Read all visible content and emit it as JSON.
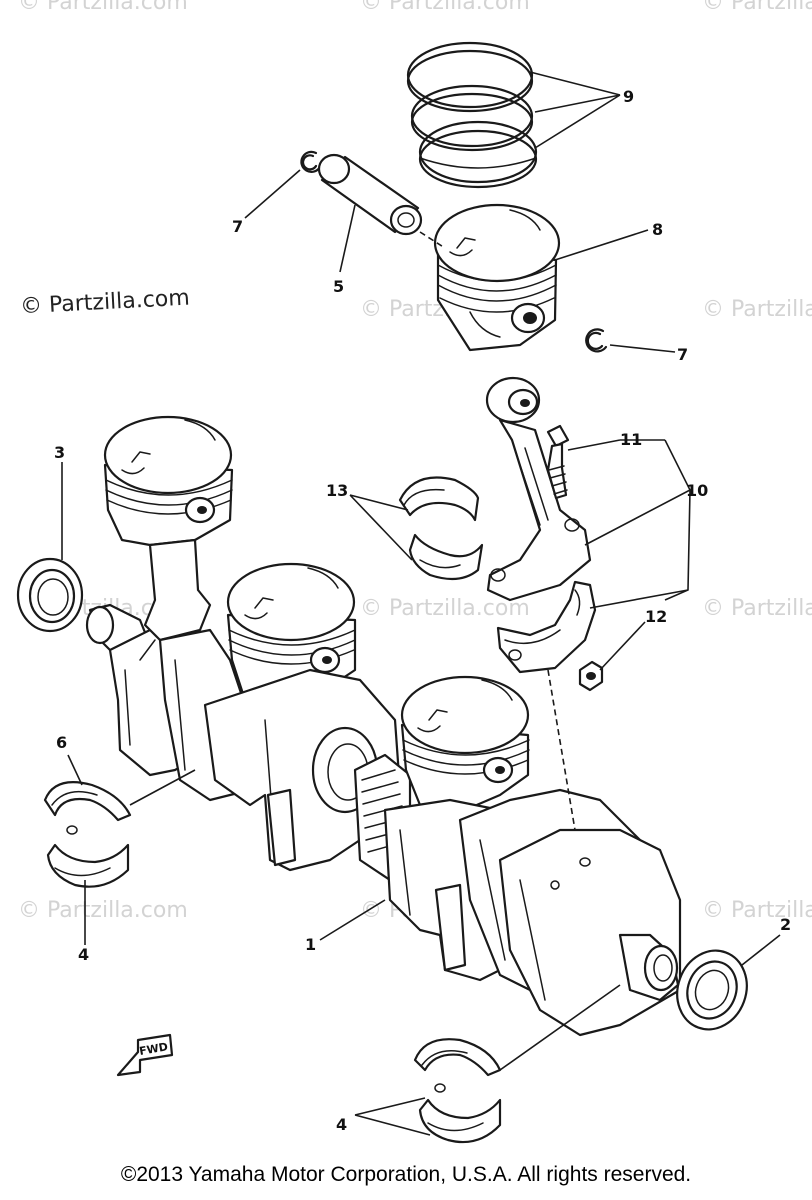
{
  "watermark": {
    "text": "© Partzilla.com"
  },
  "callouts": {
    "c1": "1",
    "c2": "2",
    "c3": "3",
    "c4a": "4",
    "c4b": "4",
    "c5": "5",
    "c6": "6",
    "c7a": "7",
    "c7b": "7",
    "c8": "8",
    "c9": "9",
    "c10": "10",
    "c11": "11",
    "c12": "12",
    "c13": "13"
  },
  "fwd_label": "FWD",
  "copyright": "©2013 Yamaha Motor Corporation, U.S.A. All rights reserved.",
  "icons": {
    "fwd": "fwd-arrow-icon"
  }
}
